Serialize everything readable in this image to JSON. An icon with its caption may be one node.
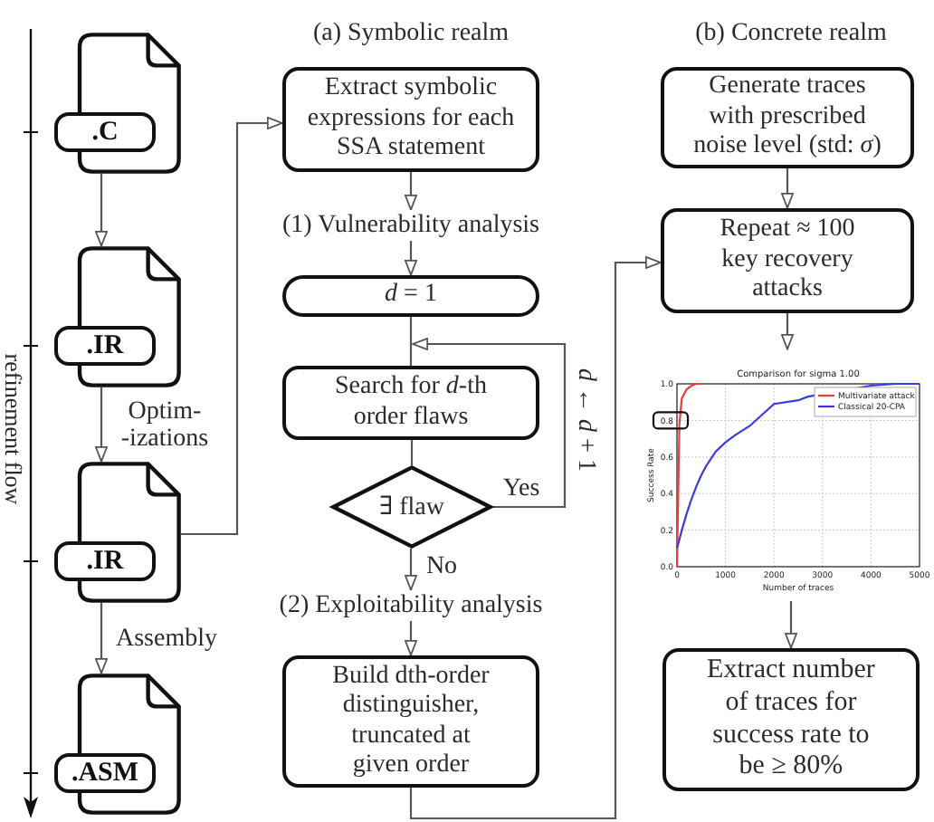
{
  "diagram": {
    "nodes": [
      {
        "text": [
          ".C"
        ]
      },
      {
        "text": [
          ".IR"
        ]
      },
      {
        "text": [
          ".IR"
        ]
      },
      {
        "text": [
          ".ASM"
        ]
      },
      {
        "text": [
          "Extract symbolic expressions for each SSA statement"
        ]
      },
      {
        "text": [
          "(1) Vulnerability analysis"
        ]
      },
      {
        "text": [
          "*d* = 1"
        ]
      },
      {
        "text": [
          "Search for *d*-th order flaws"
        ]
      },
      {
        "text": [
          "∃ flaw"
        ]
      },
      {
        "text": [
          "(2) Exploitability analysis"
        ]
      },
      {
        "text": [
          "Build dth-order distinguisher, truncated at given order"
        ]
      },
      {
        "text": [
          "Generate traces with prescribed noise level (std: *σ*)"
        ]
      },
      {
        "text": [
          "Repeat ≈ 100 key recovery attacks"
        ]
      },
      {
        "text": [],
        "shape": "picture"
      },
      {
        "text": [
          "Extract number of traces for success rate to be ≥ 80%"
        ]
      }
    ],
    "edges": [
      {
        "from": 0,
        "to": 1,
        "arrow": "to"
      },
      {
        "from": 1,
        "to": 2,
        "arrow": "to",
        "label": "Optim- -izations"
      },
      {
        "from": 2,
        "to": 3,
        "arrow": "to",
        "label": "Assembly"
      },
      {
        "from": 2,
        "to": 4,
        "arrow": "to"
      },
      {
        "from": 4,
        "to": 5,
        "arrow": "to"
      },
      {
        "from": 5,
        "to": 6,
        "arrow": "to"
      },
      {
        "from": 6,
        "to": 7,
        "arrow": "none"
      },
      {
        "from": 7,
        "to": 8,
        "arrow": "none"
      },
      {
        "from": 8,
        "to": 7,
        "arrow": "to",
        "label": "Yes"
      },
      {
        "from": 8,
        "to": 9,
        "arrow": "to",
        "label": "No"
      },
      {
        "from": 9,
        "to": 10,
        "arrow": "to"
      },
      {
        "from": 10,
        "to": 12,
        "arrow": "to"
      },
      {
        "from": 11,
        "to": 12,
        "arrow": "to"
      },
      {
        "from": 12,
        "to": 13,
        "arrow": "to"
      },
      {
        "from": 13,
        "to": 14,
        "arrow": "to"
      }
    ],
    "labels": [
      "(a) Symbolic realm",
      "(b) Concrete realm",
      "refinement flow",
      "*d* ← *d* + 1"
    ],
    "chart_data": {
      "type": "line",
      "title": "Comparison for sigma 1.00",
      "xlabel": "Number of traces",
      "ylabel": "Success Rate",
      "x": [
        0,
        50,
        100,
        200,
        300,
        400,
        500,
        600,
        800,
        1000,
        1200,
        1500,
        2000,
        2500,
        2700,
        4000,
        4500,
        5000
      ],
      "series": [
        {
          "name": "Multivariate attack",
          "color": "#ee3b3b",
          "values": [
            0,
            0.78,
            0.92,
            0.97,
            0.99,
            1,
            1,
            null,
            null,
            null,
            null,
            null,
            null,
            null,
            null,
            null,
            null,
            null
          ]
        },
        {
          "name": "Classical 20-CPA",
          "color": "#3b3bdd",
          "values": [
            0.1,
            0.15,
            0.2,
            0.29,
            0.37,
            0.44,
            0.5,
            0.55,
            0.63,
            0.68,
            0.72,
            0.77,
            0.89,
            0.91,
            0.93,
            0.99,
            1,
            1
          ]
        }
      ],
      "xlim": [
        0,
        5000
      ],
      "ylim": [
        0,
        1
      ],
      "xticks": [
        0,
        1000,
        2000,
        3000,
        4000,
        5000
      ],
      "yticks": [
        {
          "value": 0,
          "label": "0.0"
        },
        {
          "value": 0.2,
          "label": "0.2"
        },
        {
          "value": 0.4,
          "label": "0.4"
        },
        {
          "value": 0.6,
          "label": "0.6"
        },
        {
          "value": 0.8,
          "label": "0.8"
        },
        {
          "value": 1,
          "label": "1.0"
        }
      ],
      "grid": true,
      "legend": "upper right"
    }
  }
}
